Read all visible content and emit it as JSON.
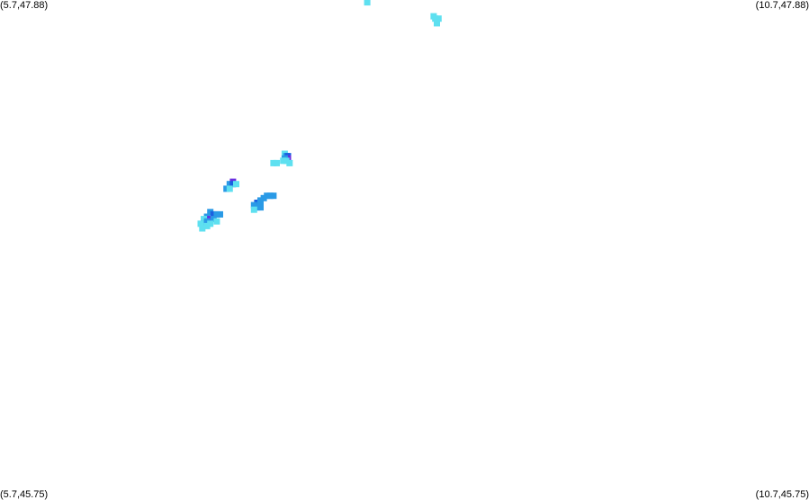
{
  "corners": {
    "top_left": "(5.7,47.88)",
    "top_right": "(10.7,47.88)",
    "bottom_left": "(5.7,45.75)",
    "bottom_right": "(10.7,45.75)"
  },
  "bounds": {
    "lon_min": 5.7,
    "lon_max": 10.7,
    "lat_min": 45.75,
    "lat_max": 47.88
  },
  "colors": {
    "light": "#5ee0f0",
    "medium": "#2a9ae6",
    "strong": "#1a5fe0",
    "heavy": "#6a2ee0"
  },
  "cells": [
    {
      "lon": 7.97,
      "lat": 47.87,
      "level": "light"
    },
    {
      "lon": 8.38,
      "lat": 47.81,
      "level": "light"
    },
    {
      "lon": 8.39,
      "lat": 47.8,
      "level": "light"
    },
    {
      "lon": 8.41,
      "lat": 47.8,
      "level": "light"
    },
    {
      "lon": 8.4,
      "lat": 47.78,
      "level": "light"
    },
    {
      "lon": 7.46,
      "lat": 47.22,
      "level": "light"
    },
    {
      "lon": 7.47,
      "lat": 47.21,
      "level": "medium"
    },
    {
      "lon": 7.48,
      "lat": 47.21,
      "level": "strong"
    },
    {
      "lon": 7.48,
      "lat": 47.2,
      "level": "heavy"
    },
    {
      "lon": 7.46,
      "lat": 47.2,
      "level": "medium"
    },
    {
      "lon": 7.47,
      "lat": 47.19,
      "level": "light"
    },
    {
      "lon": 7.49,
      "lat": 47.18,
      "level": "light"
    },
    {
      "lon": 7.45,
      "lat": 47.19,
      "level": "light"
    },
    {
      "lon": 7.39,
      "lat": 47.18,
      "level": "light"
    },
    {
      "lon": 7.41,
      "lat": 47.18,
      "level": "light"
    },
    {
      "lon": 7.12,
      "lat": 47.09,
      "level": "medium"
    },
    {
      "lon": 7.14,
      "lat": 47.1,
      "level": "heavy"
    },
    {
      "lon": 7.14,
      "lat": 47.09,
      "level": "strong"
    },
    {
      "lon": 7.16,
      "lat": 47.09,
      "level": "light"
    },
    {
      "lon": 7.1,
      "lat": 47.07,
      "level": "medium"
    },
    {
      "lon": 7.12,
      "lat": 47.07,
      "level": "light"
    },
    {
      "lon": 7.35,
      "lat": 47.04,
      "level": "medium"
    },
    {
      "lon": 7.37,
      "lat": 47.04,
      "level": "medium"
    },
    {
      "lon": 7.39,
      "lat": 47.04,
      "level": "medium"
    },
    {
      "lon": 7.33,
      "lat": 47.03,
      "level": "medium"
    },
    {
      "lon": 7.31,
      "lat": 47.02,
      "level": "medium"
    },
    {
      "lon": 7.29,
      "lat": 47.01,
      "level": "strong"
    },
    {
      "lon": 7.31,
      "lat": 47.01,
      "level": "medium"
    },
    {
      "lon": 7.27,
      "lat": 47.0,
      "level": "medium"
    },
    {
      "lon": 7.29,
      "lat": 46.99,
      "level": "medium"
    },
    {
      "lon": 7.31,
      "lat": 46.99,
      "level": "medium"
    },
    {
      "lon": 7.27,
      "lat": 46.98,
      "level": "light"
    },
    {
      "lon": 7.0,
      "lat": 46.97,
      "level": "medium"
    },
    {
      "lon": 7.02,
      "lat": 46.96,
      "level": "strong"
    },
    {
      "lon": 7.04,
      "lat": 46.96,
      "level": "medium"
    },
    {
      "lon": 7.06,
      "lat": 46.96,
      "level": "medium"
    },
    {
      "lon": 6.98,
      "lat": 46.95,
      "level": "medium"
    },
    {
      "lon": 7.0,
      "lat": 46.94,
      "level": "heavy"
    },
    {
      "lon": 7.02,
      "lat": 46.94,
      "level": "medium"
    },
    {
      "lon": 6.96,
      "lat": 46.94,
      "level": "light"
    },
    {
      "lon": 6.98,
      "lat": 46.93,
      "level": "medium"
    },
    {
      "lon": 7.04,
      "lat": 46.93,
      "level": "light"
    },
    {
      "lon": 6.96,
      "lat": 46.92,
      "level": "medium"
    },
    {
      "lon": 6.98,
      "lat": 46.91,
      "level": "light"
    },
    {
      "lon": 6.94,
      "lat": 46.92,
      "level": "light"
    },
    {
      "lon": 7.0,
      "lat": 46.92,
      "level": "light"
    },
    {
      "lon": 6.95,
      "lat": 46.9,
      "level": "light"
    }
  ]
}
